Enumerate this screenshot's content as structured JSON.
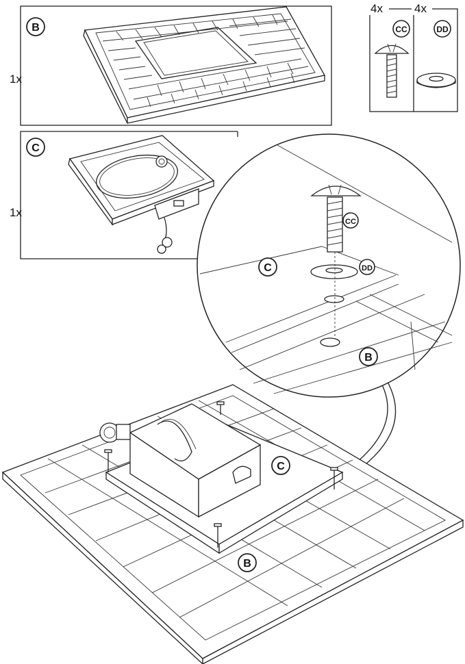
{
  "panels": {
    "b": {
      "part_letter": "B",
      "quantity": "1x"
    },
    "c": {
      "part_letter": "C",
      "quantity": "1x"
    },
    "hardware": {
      "cc": {
        "quantity": "4x",
        "part_letter": "CC"
      },
      "dd": {
        "quantity": "4x",
        "part_letter": "DD"
      }
    }
  },
  "detail": {
    "labels": {
      "c": "C",
      "cc": "CC",
      "dd": "DD",
      "b": "B"
    }
  },
  "assembly": {
    "labels": {
      "c": "C",
      "b": "B"
    }
  }
}
